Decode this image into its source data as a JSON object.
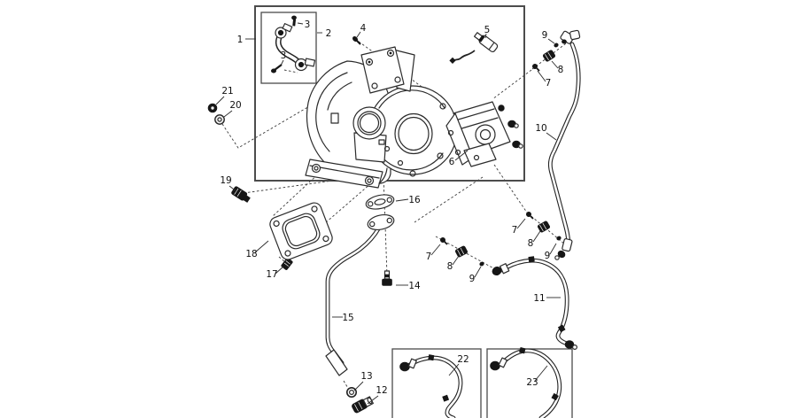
{
  "figure": {
    "background": "#ffffff",
    "line_color": "#2b2b2b",
    "box_border_color": "#4c4c4c",
    "dark_part_color": "#161616",
    "callouts": [
      "1",
      "2",
      "3",
      "3",
      "4",
      "5",
      "6",
      "7",
      "8",
      "9",
      "10",
      "7",
      "8",
      "9",
      "7",
      "8",
      "9",
      "11",
      "12",
      "13",
      "14",
      "15",
      "16",
      "17",
      "18",
      "19",
      "20",
      "21",
      "22",
      "23"
    ]
  }
}
